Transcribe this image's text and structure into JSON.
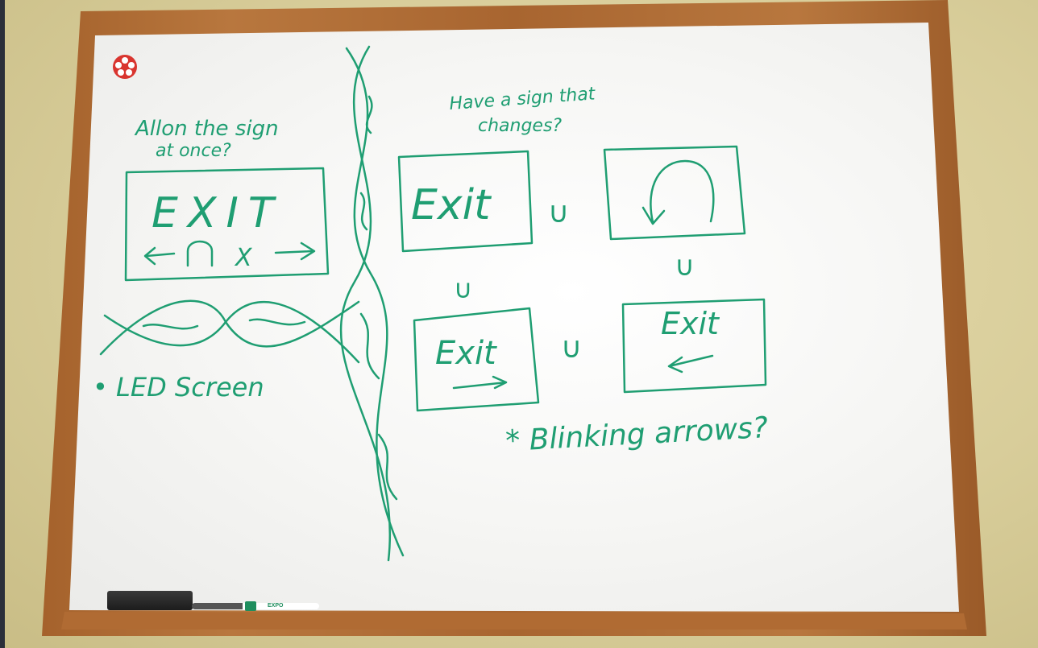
{
  "colors": {
    "ink": "#1f9e72",
    "frame": "#b06b33",
    "board": "#f6f6f4",
    "wall": "#d9cf9f"
  },
  "board": {
    "left_section": {
      "heading_line1": "Allon the sign",
      "heading_line2": "at once?",
      "sign_text": "EXIT",
      "sign_symbols": "← ∩ X →",
      "note": "• LED Screen"
    },
    "right_section": {
      "heading_line1": "Have a sign that",
      "heading_line2": "changes?",
      "box1_text": "Exit",
      "box3_text": "Exit",
      "box4_text": "Exit",
      "union_symbol": "∪",
      "note": "* Blinking arrows?"
    }
  },
  "tray_items": {
    "eraser": "eraser",
    "marker_brand": "EXPO"
  },
  "icons": [
    "flower-sticker-icon",
    "u-turn-arrow-icon",
    "right-arrow-icon",
    "left-arrow-icon"
  ]
}
